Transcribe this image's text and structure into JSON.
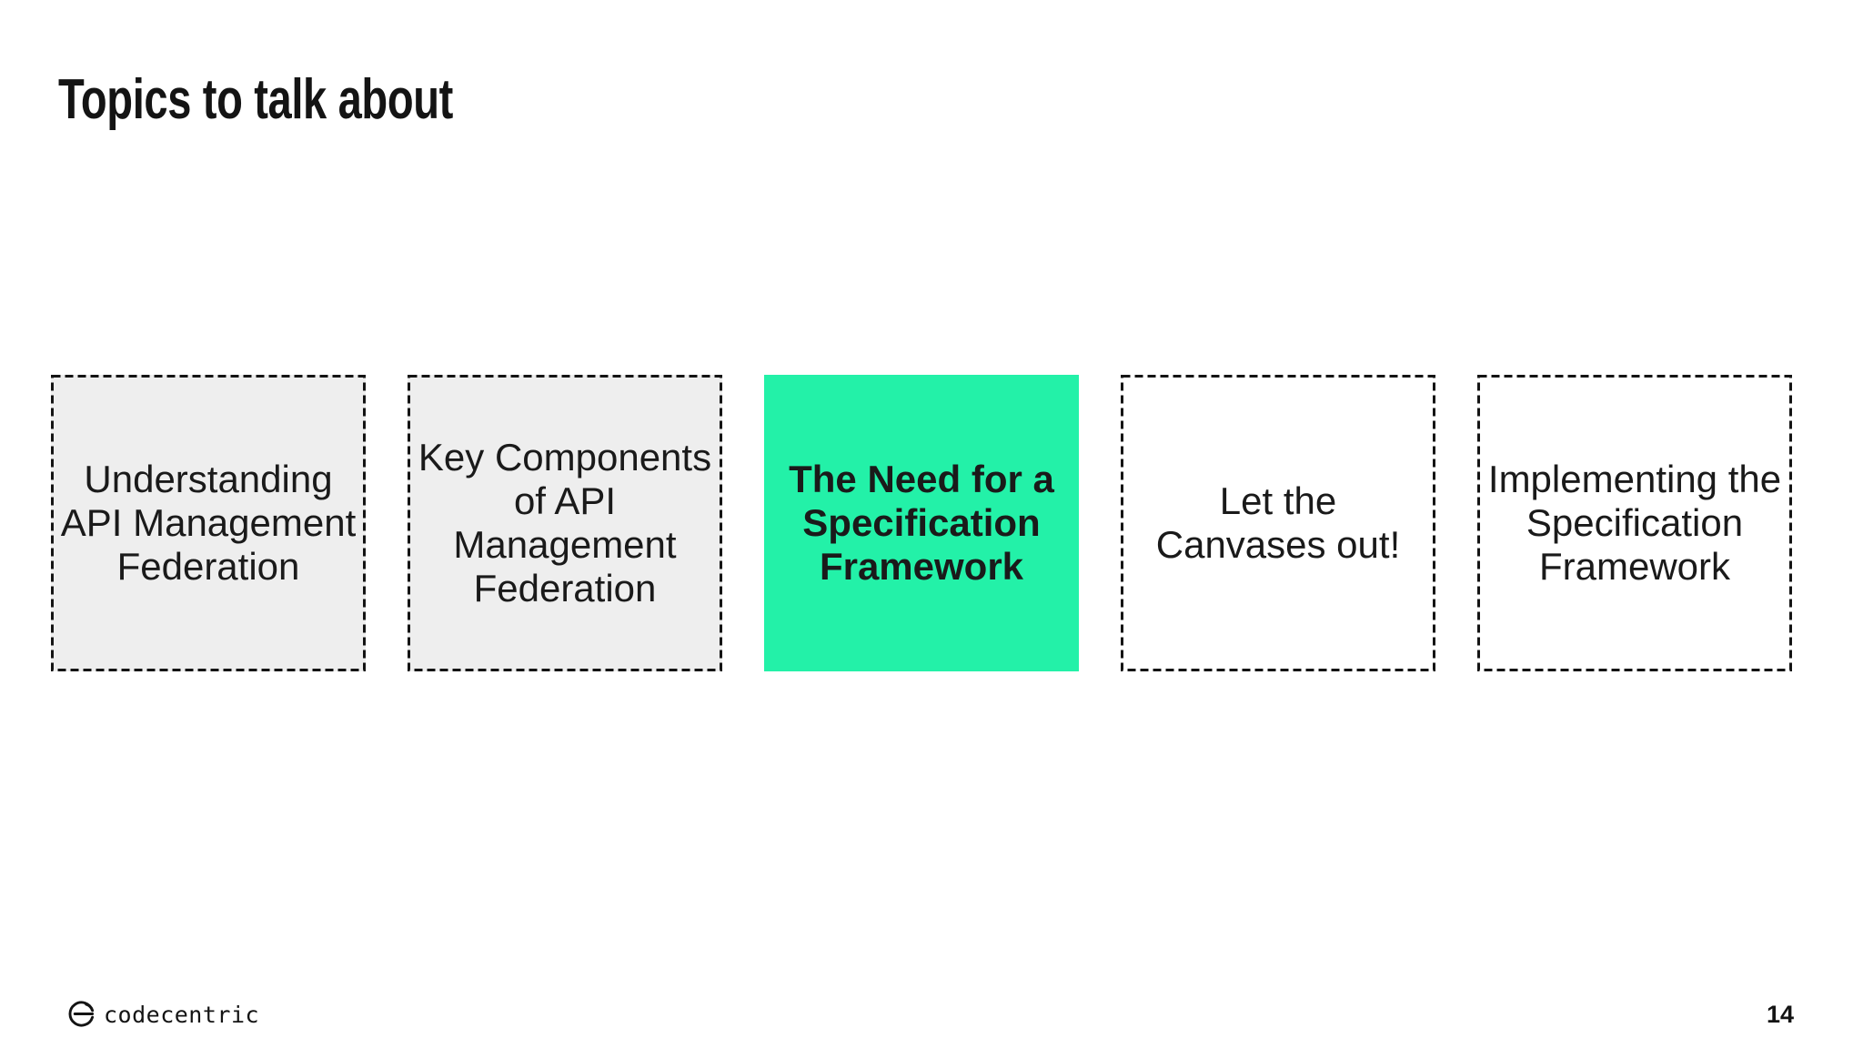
{
  "slide": {
    "title": "Topics to talk about"
  },
  "topics": {
    "items": [
      {
        "lines": [
          "Understanding",
          "API Management",
          "Federation"
        ],
        "style": "gray-dashed",
        "highlighted": false
      },
      {
        "lines": [
          "Key Components",
          "of API",
          "Management",
          "Federation"
        ],
        "style": "gray-dashed",
        "highlighted": false
      },
      {
        "lines": [
          "The Need for a",
          "Specification",
          "Framework"
        ],
        "style": "green-solid",
        "highlighted": true
      },
      {
        "lines": [
          "Let the",
          "Canvases out!"
        ],
        "style": "white-dashed",
        "highlighted": false
      },
      {
        "lines": [
          "Implementing the",
          "Specification",
          "Framework"
        ],
        "style": "white-dashed",
        "highlighted": false
      }
    ]
  },
  "footer": {
    "logo_text": "codecentric",
    "logo_icon": "codecentric-swirl-icon",
    "page_number": "14"
  },
  "colors": {
    "background": "#FFFFFF",
    "text": "#1A1A1A",
    "title_text": "#141414",
    "box_gray": "#EEEEEE",
    "highlight_green": "#23F1A8",
    "dashed_border": "#141414"
  }
}
